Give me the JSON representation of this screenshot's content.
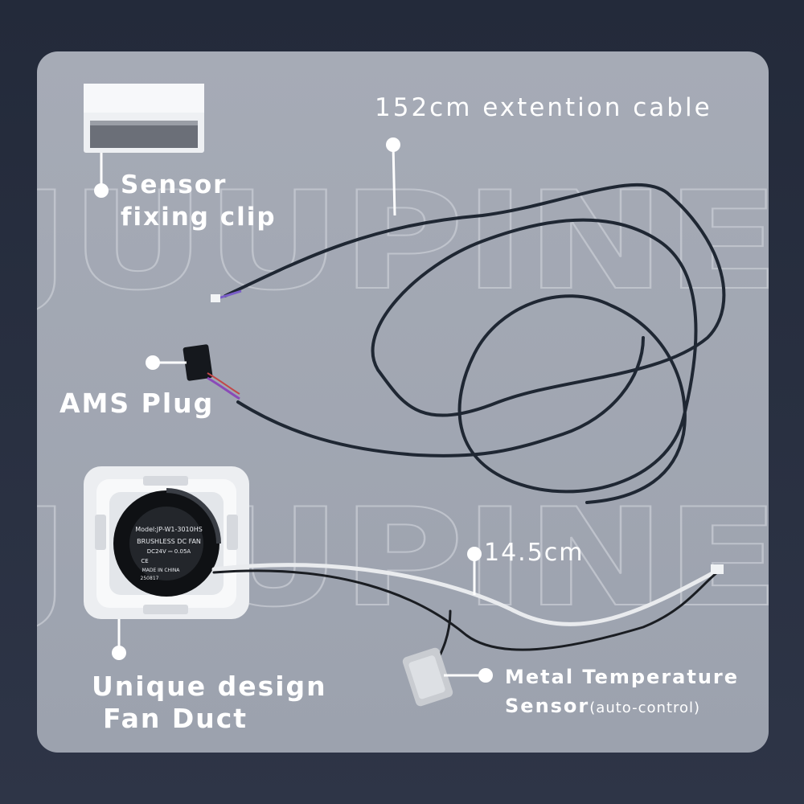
{
  "watermark": "JUUPINE",
  "labels": {
    "extension_cable": "152cm extention cable",
    "sensor_clip_line1": "Sensor",
    "sensor_clip_line2": "fixing clip",
    "ams_plug": "AMS Plug",
    "fan_duct_line1": "Unique design",
    "fan_duct_line2": "Fan Duct",
    "short_cable": "14.5cm",
    "temp_sensor_line1": "Metal Temperature",
    "temp_sensor_line2_main": "Sensor",
    "temp_sensor_line2_sub": "(auto-control)"
  },
  "fan_label": {
    "model": "Model:JP-W1-3010HS",
    "type": "BRUSHLESS DC FAN",
    "rating": "DC24V ⎓ 0.05A",
    "ce": "CE",
    "origin": "MADE IN CHINA",
    "code": "250817"
  },
  "colors": {
    "background": "#232a3a",
    "panel": "#a6abb6",
    "text": "#ffffff",
    "cable": "#1f2733"
  }
}
